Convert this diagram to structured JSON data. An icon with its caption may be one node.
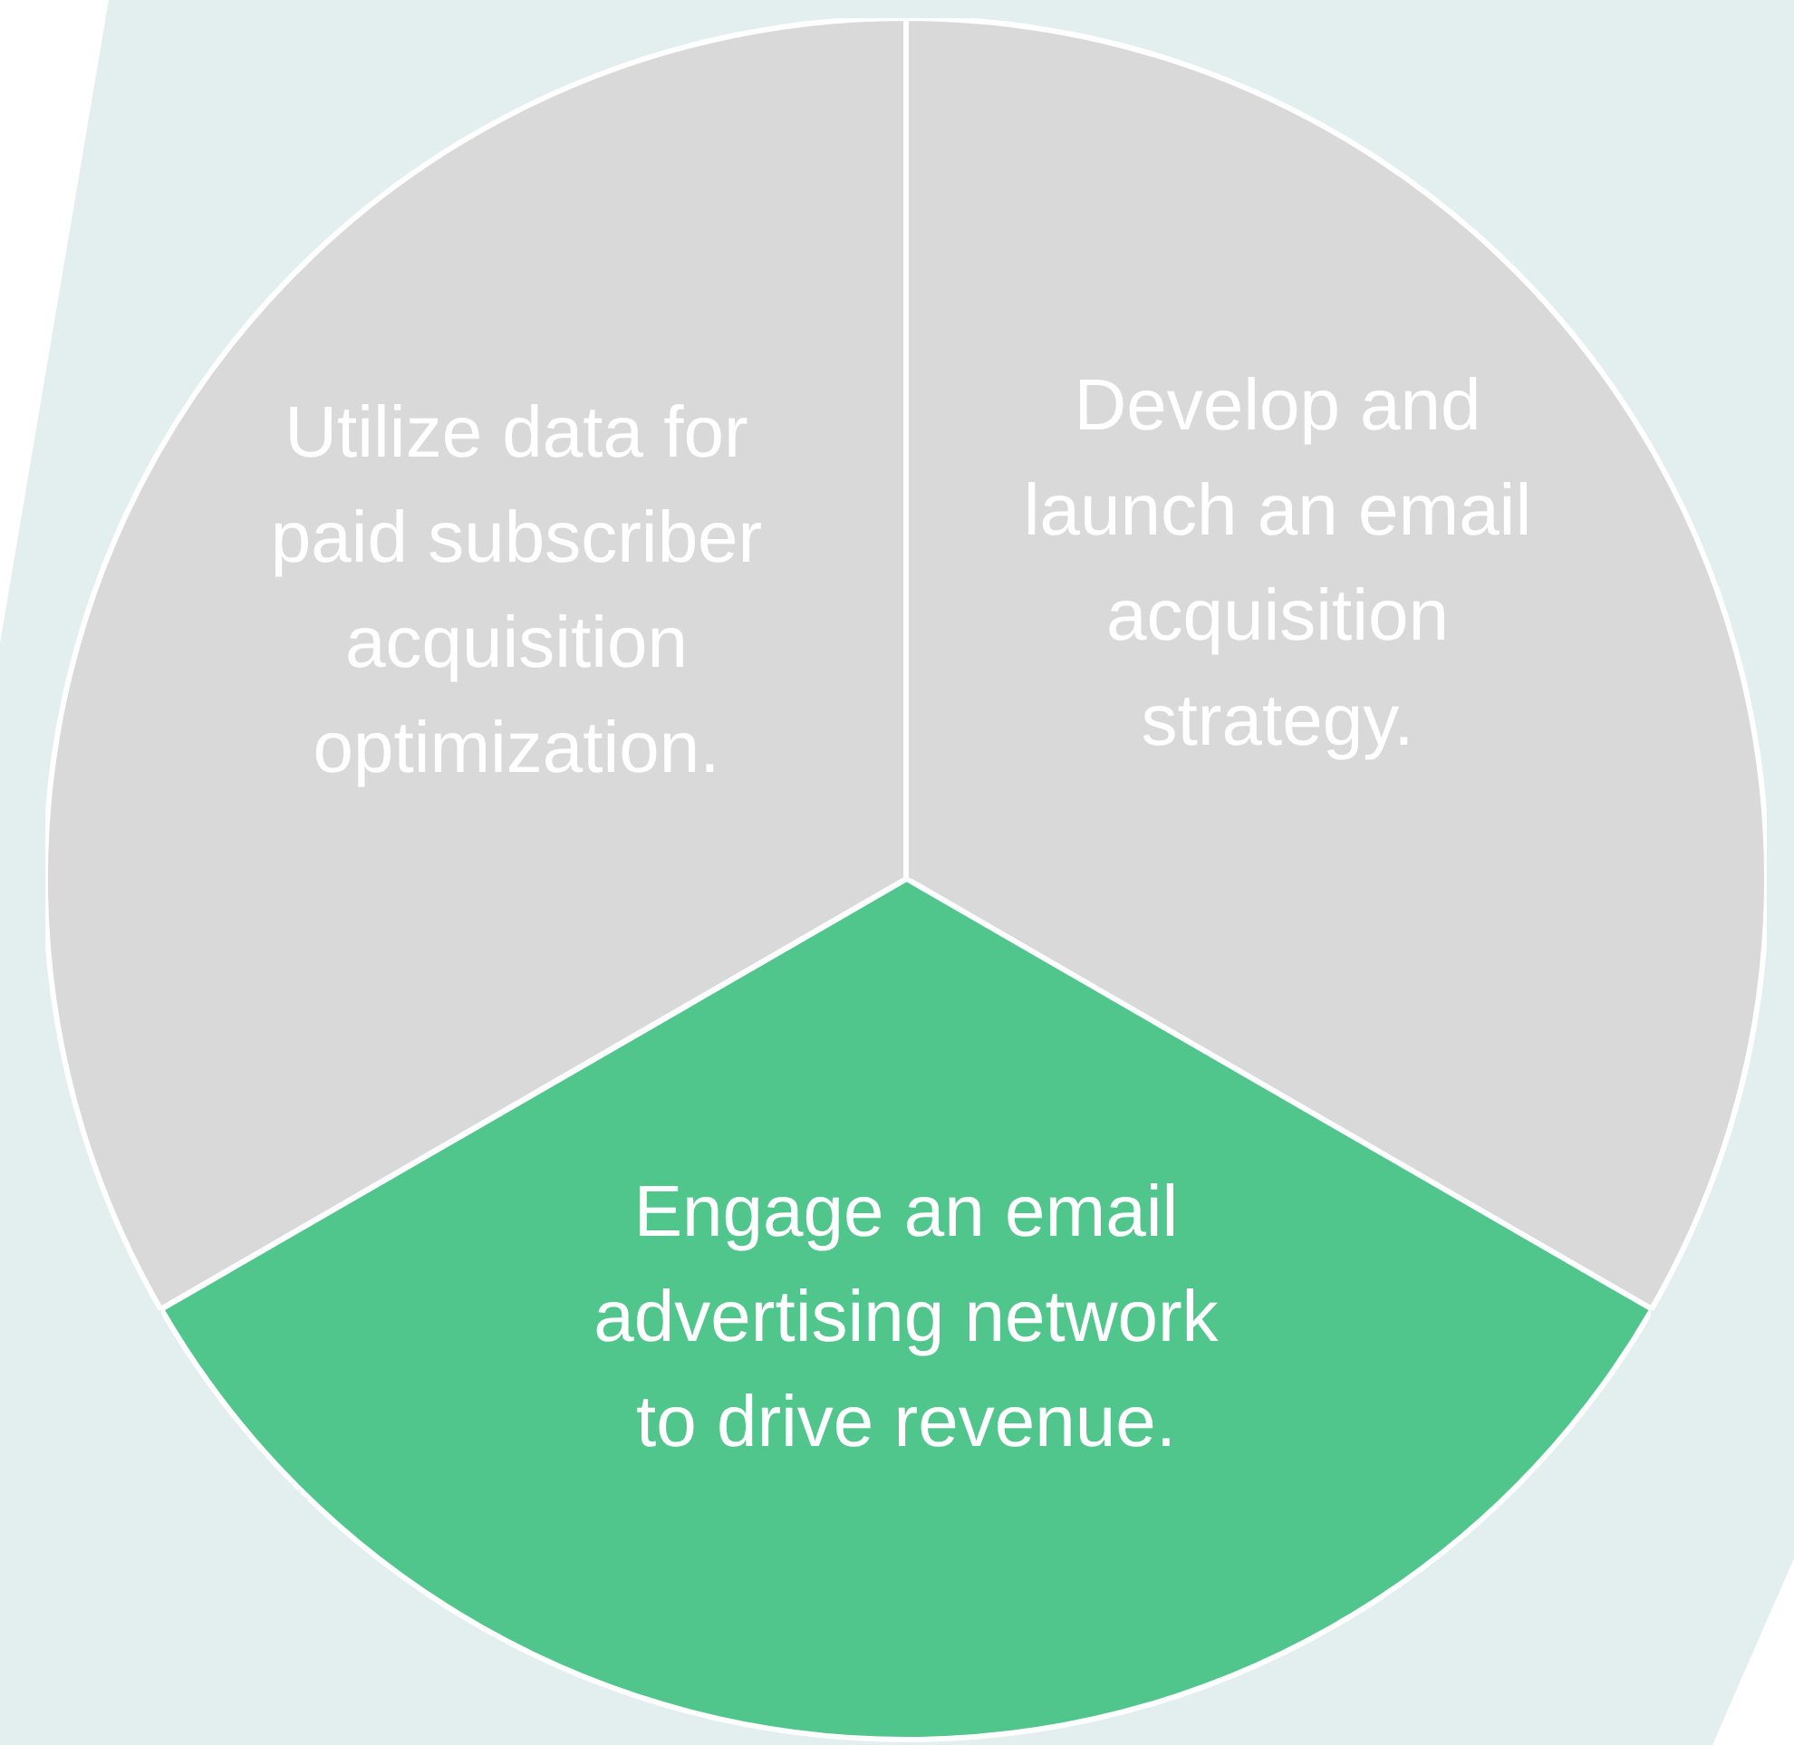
{
  "diagram": {
    "nodes": [
      {
        "text": [
          "Utilize data for paid subscriber acquisition optimization."
        ]
      },
      {
        "text": [
          "Develop and launch an email acquisition strategy."
        ]
      },
      {
        "text": [
          "Engage an email advertising network to drive revenue."
        ]
      }
    ]
  }
}
